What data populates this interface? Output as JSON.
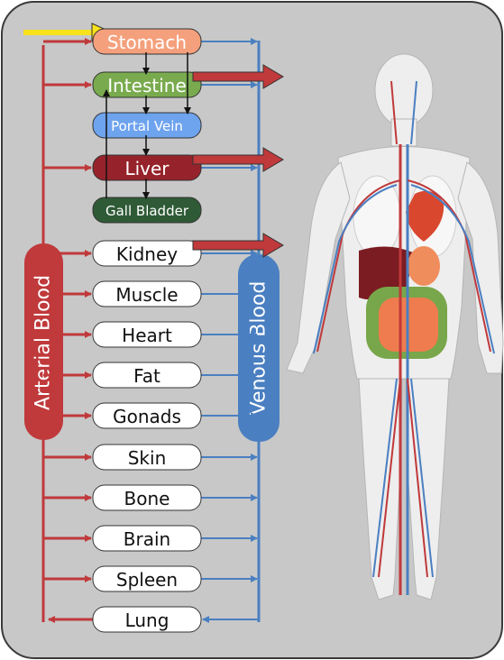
{
  "labels": {
    "arterial": "Arterial Blood",
    "venous": "Venous Blood"
  },
  "organs": [
    {
      "key": "stomach",
      "label": "Stomach"
    },
    {
      "key": "intestine",
      "label": "Intestine"
    },
    {
      "key": "portal_vein",
      "label": "Portal Vein"
    },
    {
      "key": "liver",
      "label": "Liver"
    },
    {
      "key": "gall_bladder",
      "label": "Gall Bladder"
    },
    {
      "key": "kidney",
      "label": "Kidney"
    },
    {
      "key": "muscle",
      "label": "Muscle"
    },
    {
      "key": "heart",
      "label": "Heart"
    },
    {
      "key": "fat",
      "label": "Fat"
    },
    {
      "key": "gonads",
      "label": "Gonads"
    },
    {
      "key": "skin",
      "label": "Skin"
    },
    {
      "key": "bone",
      "label": "Bone"
    },
    {
      "key": "brain",
      "label": "Brain"
    },
    {
      "key": "spleen",
      "label": "Spleen"
    },
    {
      "key": "lung",
      "label": "Lung"
    }
  ],
  "colors": {
    "background": "#c8c8c8",
    "arterial": "#c0393b",
    "venous": "#4a7fc1",
    "stomach": "#f4a07c",
    "intestine": "#79ab4e",
    "portal_vein": "#6ea3ee",
    "liver": "#96232b",
    "gall_bladder": "#2f5a36",
    "plain_organ": "#ffffff",
    "input_arrow": "#f7e21b"
  },
  "icons": {
    "input_arrow": "yellow-input-arrow-icon",
    "excretion_arrows": "red-excretion-arrow-icon",
    "body": "human-circulatory-system-illustration"
  }
}
